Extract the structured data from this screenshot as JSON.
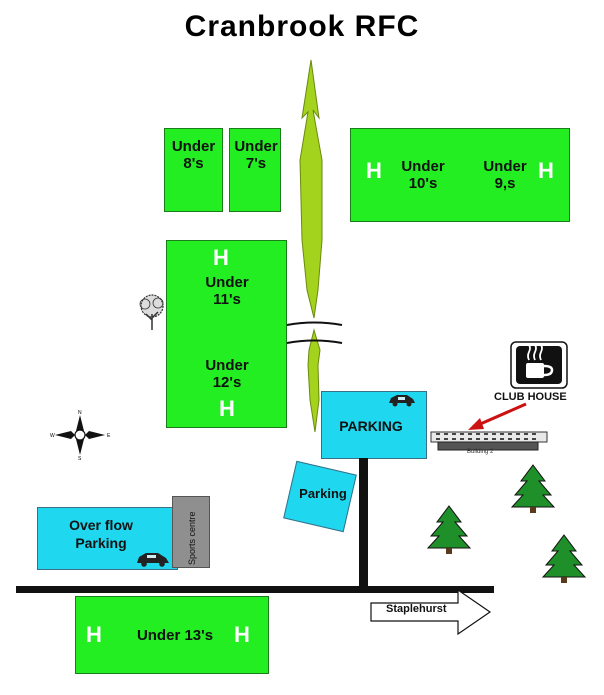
{
  "title": "Cranbrook  RFC",
  "pitches": {
    "u8_label": "Under\n8's",
    "u7_label": "Under\n7's",
    "u10_label": "Under\n10's",
    "u9_label": "Under\n9,s",
    "u11_label": "Under\n11's",
    "u12_label": "Under\n12's",
    "u13_label": "Under 13's",
    "h_marker": "H"
  },
  "parking": {
    "main_label": "PARKING",
    "small_label": "Parking",
    "overflow_label": "Over flow\nParking"
  },
  "sports_centre_label": "Sports centre",
  "club_house_label": "CLUB HOUSE",
  "building_label": "Building 2",
  "staplehurst_label": "Staplehurst",
  "compass_letters": {
    "n": "N",
    "s": "S",
    "e": "E",
    "w": "W"
  },
  "colors": {
    "pitch": "#22ee22",
    "parking": "#1fd8ef",
    "hedge": "#a3d31c",
    "road": "#111111",
    "arrow": "#cc1111"
  }
}
